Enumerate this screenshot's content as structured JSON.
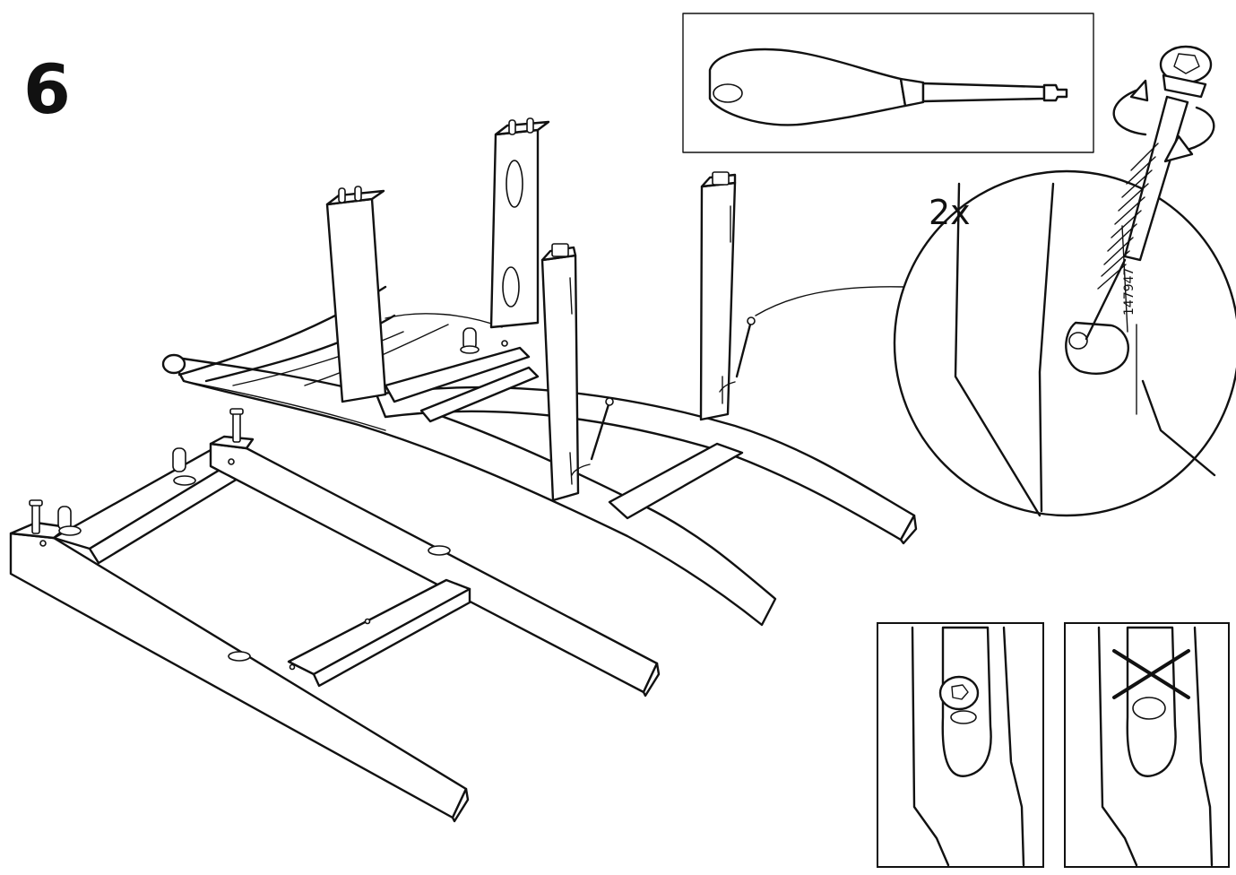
{
  "step": {
    "number": "6"
  },
  "quantity": {
    "label": "2x"
  },
  "part": {
    "number": "147947"
  },
  "icons": {
    "tool": "screwdriver-icon",
    "correct": "correct-example-icon",
    "incorrect": "incorrect-x-icon"
  },
  "colors": {
    "line": "#111111",
    "background": "#ffffff"
  }
}
